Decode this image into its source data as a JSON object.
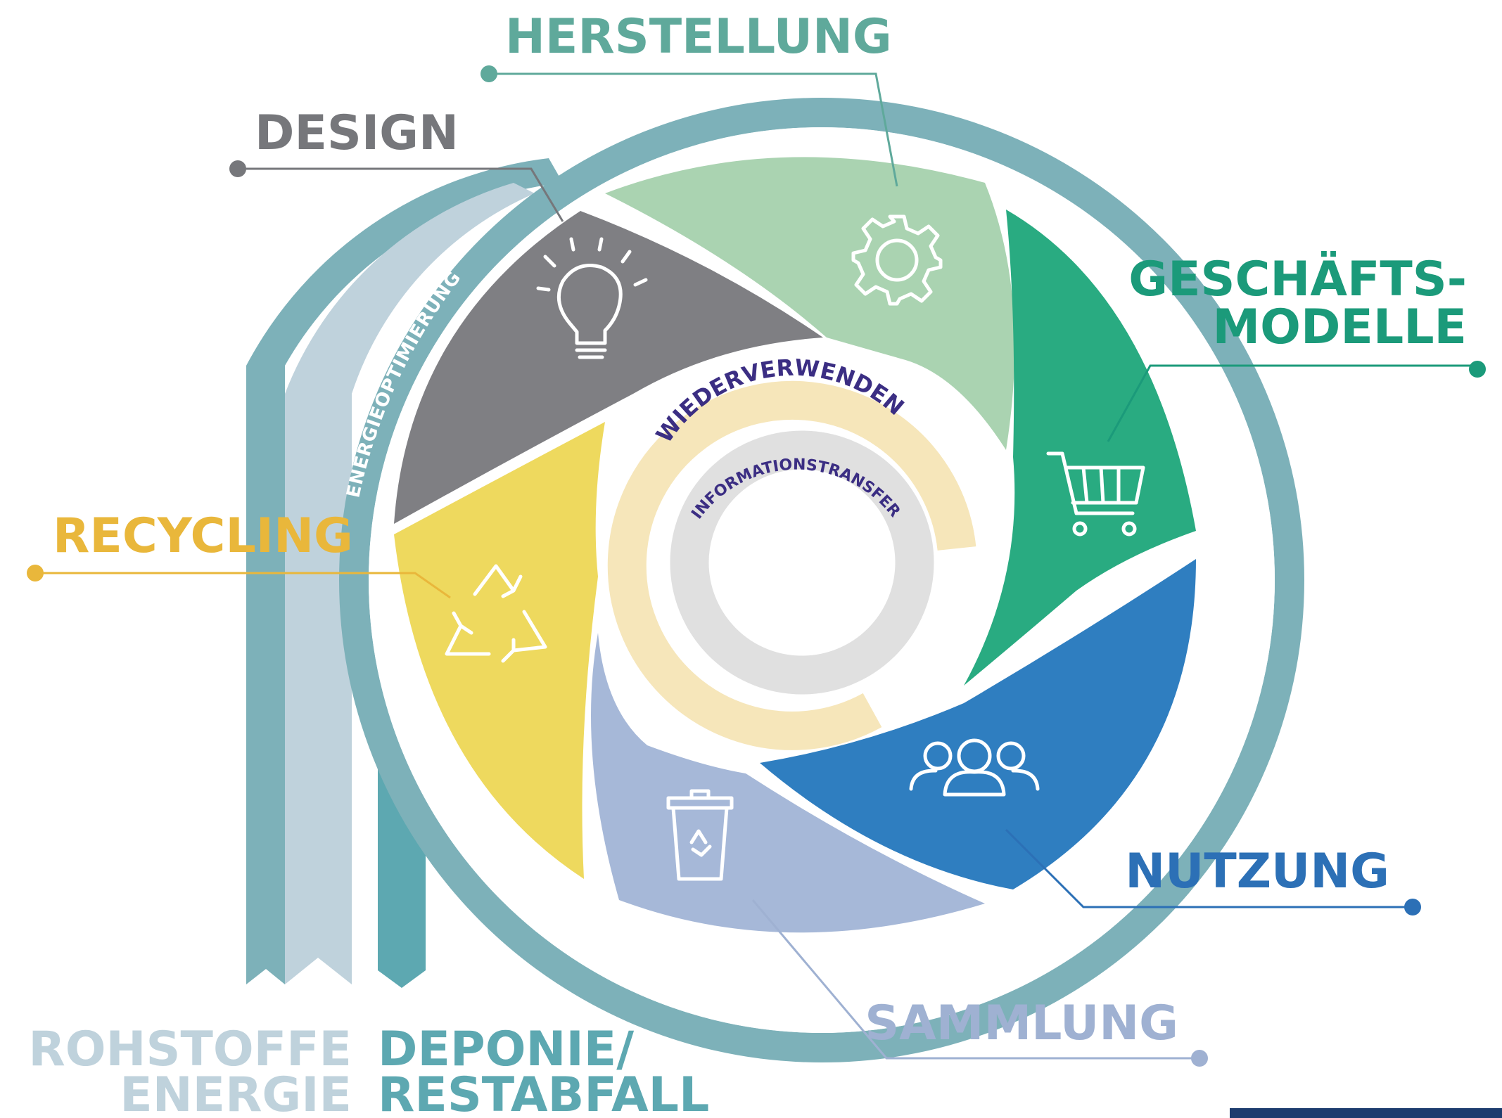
{
  "colors": {
    "ring": "#7db1b9",
    "ribbon_light": "#bfd2dc",
    "ribbon_dark": "#5da8b1",
    "design": "#7f7f83",
    "herstellung": "#aad3b1",
    "geschaeftsmodelle": "#29ab81",
    "nutzung": "#2f7ec0",
    "sammlung": "#a6b8d8",
    "recycling": "#eed95e",
    "wiederverwenden": "#f6e6ba",
    "informationstransfer": "#e0e0e0",
    "corner_box": "#1d3c6e"
  },
  "phases": {
    "design": {
      "label": "DESIGN",
      "icon": "lightbulb-icon",
      "color": "#76777b"
    },
    "herstellung": {
      "label": "HERSTELLUNG",
      "icon": "gear-icon",
      "color": "#5fa99b"
    },
    "geschaeftsmodelle": {
      "label_line1": "GESCHÄFTS-",
      "label_line2": "MODELLE",
      "icon": "shopping-cart-icon",
      "color": "#1b9a7a"
    },
    "nutzung": {
      "label": "NUTZUNG",
      "icon": "people-group-icon",
      "color": "#2c70b6"
    },
    "sammlung": {
      "label": "SAMMLUNG",
      "icon": "recycling-bin-icon",
      "color": "#9fb1d2"
    },
    "recycling": {
      "label": "RECYCLING",
      "icon": "recycle-arrows-icon",
      "color": "#e9b73b"
    }
  },
  "ring_text": {
    "left": "ENERGIEOPTIMIERUNG",
    "right": "ENERGIEOPTIMIERUNG",
    "bottom": "ENERGIEOPTIMIERUNG"
  },
  "core": {
    "outer": "WIEDERVERWENDEN",
    "inner": "INFORMATIONSTRANSFER"
  },
  "inputs_outputs": {
    "rohstoffe_line1": "ROHSTOFFE",
    "rohstoffe_line2": "ENERGIE",
    "deponie_line1": "DEPONIE/",
    "deponie_line2": "RESTABFALL"
  }
}
